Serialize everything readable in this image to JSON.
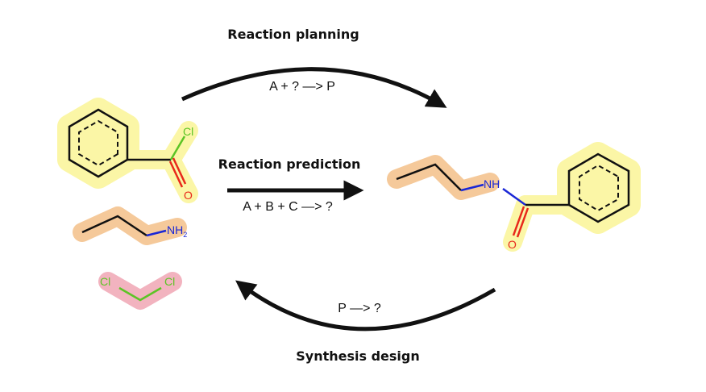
{
  "processes": {
    "planning": {
      "title": "Reaction planning",
      "equation": "A + ? —> P"
    },
    "prediction": {
      "title": "Reaction prediction",
      "equation": "A + B + C —> ?"
    },
    "design": {
      "title": "Synthesis design",
      "equation": "P —> ?"
    }
  },
  "molecules": {
    "benzoyl_chloride": {
      "chlorine": "Cl",
      "oxygen": "O"
    },
    "propylamine": {
      "amine": "NH",
      "amine_subscript": "2"
    },
    "dichloromethane": {
      "chlorine_left": "Cl",
      "chlorine_right": "Cl"
    },
    "product": {
      "amide_n": "NH",
      "oxygen": "O"
    }
  },
  "colors": {
    "highlight_aromatic": "#fbf6a6",
    "highlight_propyl": "#f5c99a",
    "highlight_dcm": "#f2b3bf",
    "chlorine": "#5cc425",
    "oxygen": "#e8281a",
    "nitrogen": "#1a27d6",
    "bond": "#111111"
  }
}
